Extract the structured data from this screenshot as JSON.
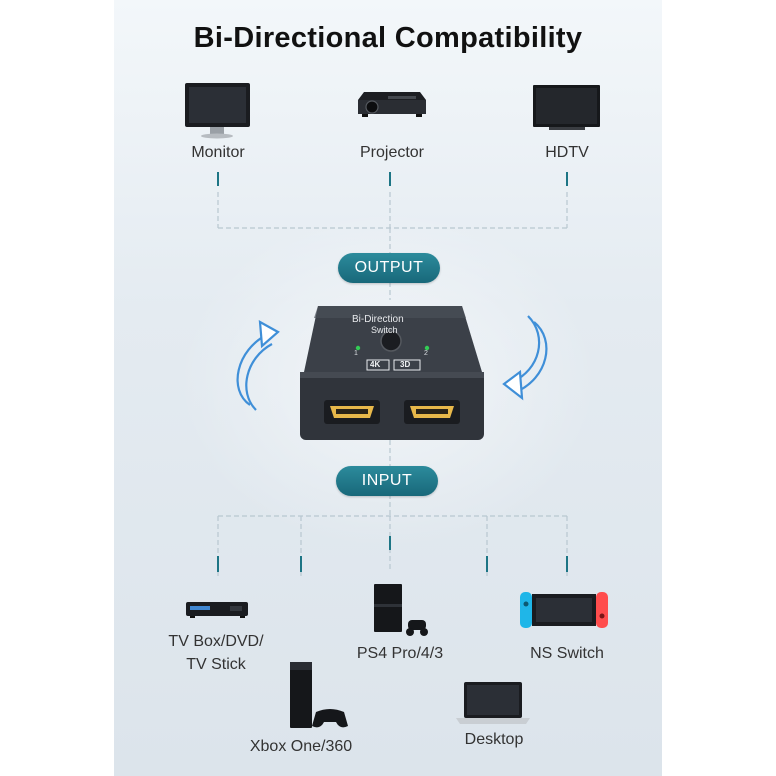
{
  "title": "Bi-Directional Compatibility",
  "outputs": [
    {
      "label": "Monitor",
      "icon": "monitor-icon"
    },
    {
      "label": "Projector",
      "icon": "projector-icon"
    },
    {
      "label": "HDTV",
      "icon": "hdtv-icon"
    }
  ],
  "output_badge": "OUTPUT",
  "input_badge": "INPUT",
  "device": {
    "name_line1": "Bi-Direction",
    "name_line2": "Switch",
    "port1": "1",
    "port2": "2",
    "badge_4k": "4K",
    "badge_3d": "3D"
  },
  "inputs": [
    {
      "label_line1": "TV Box/DVD/",
      "label_line2": "TV Stick",
      "icon": "tv-box-icon"
    },
    {
      "label": "Xbox One/360",
      "icon": "xbox-console-icon"
    },
    {
      "label": "PS4 Pro/4/3",
      "icon": "ps4-console-icon"
    },
    {
      "label": "Desktop",
      "icon": "laptop-icon"
    },
    {
      "label": "NS Switch",
      "icon": "nintendo-switch-icon"
    }
  ],
  "colors": {
    "accent": "#1d7585",
    "line": "#b8c7d0",
    "arrow": "#3f8fd8"
  }
}
